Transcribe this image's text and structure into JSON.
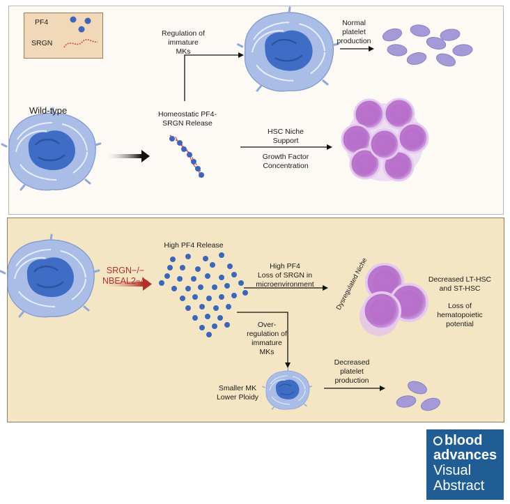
{
  "legend": {
    "pf4": "PF4",
    "srgn": "SRGN"
  },
  "top": {
    "wildtype": "Wild-type",
    "regulation": [
      "Regulation of",
      "immature",
      "MKs"
    ],
    "normal_platelet": [
      "Normal",
      "platelet",
      "production"
    ],
    "homeostatic": [
      "Homeostatic PF4-",
      "SRGN Release"
    ],
    "hsc_niche": [
      "HSC Niche",
      "Support"
    ],
    "growth_factor": [
      "Growth Factor",
      "Concentration"
    ]
  },
  "bottom": {
    "genotype": [
      "SRGN−/−",
      "NBEAL2−/−"
    ],
    "high_release": "High PF4 Release",
    "high_pf4": [
      "High PF4",
      "Loss of SRGN in",
      "microenvironment"
    ],
    "dysregulated": "Dysregulated Niche",
    "decreased_hsc": [
      "Decreased LT-HSC",
      "and ST-HSC"
    ],
    "loss_potential": [
      "Loss of",
      "hematopoietic",
      "potential"
    ],
    "overregulation": [
      "Over-",
      "regulation of",
      "immature",
      "MKs"
    ],
    "decreased_platelet": [
      "Decreased",
      "platelet",
      "production"
    ],
    "smaller_mk": [
      "Smaller MK",
      "Lower Ploidy"
    ]
  },
  "logo": {
    "line1": "blood",
    "line2": "advances",
    "line3": "Visual",
    "line4": "Abstract"
  },
  "colors": {
    "mk_cytoplasm": "#a9bde6",
    "mk_nucleus": "#3f6cc4",
    "platelet": "#a49ad8",
    "hsc": "#c58ad6",
    "pf4_dot": "#3d66b8",
    "srgn_strand": "#d94848",
    "arrow_red": "#b0302a",
    "logo_bg": "#1f5d94"
  }
}
